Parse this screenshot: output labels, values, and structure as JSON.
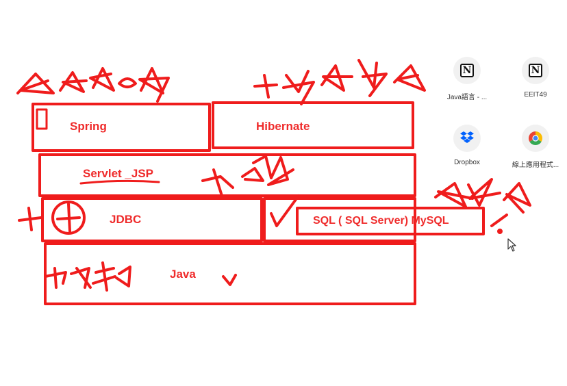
{
  "diagram": {
    "spring": "Spring",
    "hibernate": "Hibernate",
    "servlet_jsp": "Servlet _JSP",
    "jdbc": "JDBC",
    "sql": "SQL ( SQL Server) MySQL",
    "java": "Java"
  },
  "desktop": {
    "shortcuts": [
      {
        "label": "Java語言 - ...",
        "icon": "notion-icon"
      },
      {
        "label": "EEIT49",
        "icon": "notion-icon"
      },
      {
        "label": "Dropbox",
        "icon": "dropbox-icon"
      },
      {
        "label": "線上應用程式...",
        "icon": "chrome-apps-icon"
      }
    ]
  },
  "colors": {
    "annotation": "#ef2b2b",
    "dropbox": "#0061fe"
  }
}
